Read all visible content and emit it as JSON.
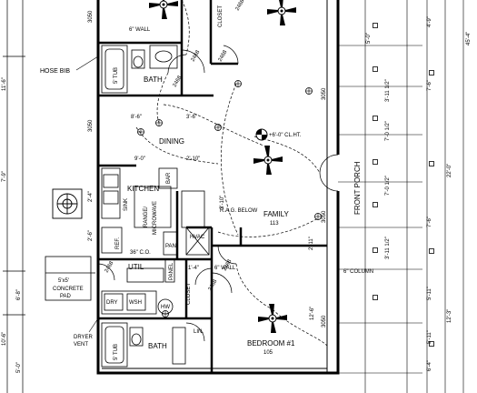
{
  "rooms": {
    "bath_upper": "BATH",
    "dining": "DINING",
    "kitchen": "KITCHEN",
    "family": "FAMILY",
    "family_tag": "113",
    "utility": "UTIL",
    "bath_lower": "BATH",
    "bedroom": "BEDROOM #1",
    "bedroom_tag": "105",
    "closet_upper": "CLOSET",
    "closet_lower": "CLOSET",
    "front_porch": "FRONT PORCH"
  },
  "notes": {
    "hose_bib": "HOSE BIB",
    "six_wall_upper": "6\" WALL",
    "six_wall_lower": "6\" WALL",
    "rag_below": "R.A.G. BELOW",
    "concrete_pad_size": "5'x5'",
    "concrete_pad_1": "CONCRETE",
    "concrete_pad_2": "PAD",
    "dryer_vent_1": "DRYER",
    "dryer_vent_2": "VENT",
    "column": "6\" COLUMN",
    "co": "36\" C.O.",
    "range": "RANGE/",
    "microwave": "MICROWAVE",
    "bar": "BAR",
    "sink": "SINK",
    "ref": "REF.",
    "pan": "PAN.",
    "hvac": "HVAC",
    "panel": "PANEL",
    "dry": "DRY",
    "wsh": "WSH",
    "lin": "LIN.",
    "tub_upper": "5' TUB",
    "tub_lower": "5' TUB",
    "hw": "HW"
  },
  "dimensions": {
    "d_3050_a": "3050",
    "d_3050_b": "3050",
    "d_3050_c": "3050",
    "d_3050_d": "3050",
    "d_3050_e": "3050",
    "d_2468_a": "2468",
    "d_2468_b": "2468",
    "d_2468_c": "2468",
    "d_2468_d": "2468",
    "d_2468_e": "2468",
    "d_2468_f": "2468",
    "d_2468_g": "2468",
    "d_8_6": "8'-6\"",
    "d_3_6": "3'-6\"",
    "d_9_0": "9'-0\"",
    "d_2_10": "2'-10\"",
    "d_3_10": "3'-10\"",
    "d_2_11": "2'-11\"",
    "d_12_6": "12'-6\"",
    "d_1_4": "1'-4\"",
    "d_2_4": "2'-4\"",
    "d_2_6": "2'-6\"",
    "r_4_9": "4'-9\"",
    "r_5_0": "5'-0\"",
    "r_3_11": "3'-11 1/2\"",
    "r_7_6a": "7'-6\"",
    "r_7_0a": "7'-0 1/2\"",
    "r_7_0b": "7'-0 1/2\"",
    "r_3_11b": "3'-11 1/2\"",
    "r_7_6b": "7'-6\"",
    "r_5_11": "5'-11\"",
    "r_12_3": "12'-3\"",
    "r_5_11b": "5'-11\"",
    "r_6_4": "6'-4\"",
    "r_22_0": "22'-0\"",
    "r_45_4": "45'-4\"",
    "l_11_6": "11'-6\"",
    "l_7_9": "7'-9\"",
    "l_6_8": "6'-8\"",
    "l_10_6": "10'-6\"",
    "l_5_0": "5'-0\"",
    "fan_note": "+6'-0\" CL.HT."
  }
}
